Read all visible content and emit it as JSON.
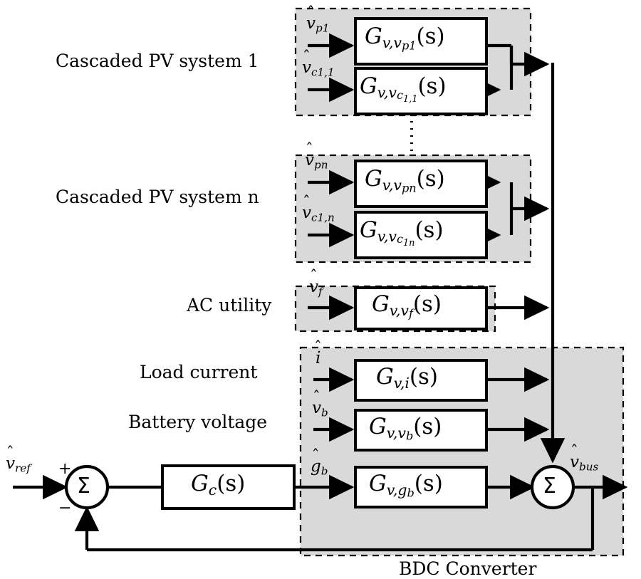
{
  "diagram": {
    "title_bottom": "BDC Converter",
    "bg_color": "#ffffff",
    "group_fill": "#d9d9d9",
    "line_color": "#000000",
    "block_fill": "#ffffff"
  },
  "row_labels": {
    "pv1": "Cascaded PV system 1",
    "pvn": "Cascaded PV system n",
    "ac": "AC utility",
    "load": "Load current",
    "battery": "Battery voltage"
  },
  "groups": [
    {
      "name": "cascaded-pv-system-1",
      "label": "Cascaded PV system 1"
    },
    {
      "name": "cascaded-pv-system-n",
      "label": "Cascaded PV system n"
    },
    {
      "name": "ac-utility",
      "label": "AC utility"
    },
    {
      "name": "bdc-converter",
      "label": "BDC Converter"
    }
  ],
  "blocks": [
    {
      "id": "g-v-vp1",
      "base": "G",
      "sub": "v,v",
      "sub2": "p1",
      "tail": "(s)"
    },
    {
      "id": "g-v-vc11",
      "base": "G",
      "sub": "v,v",
      "sub2": "c",
      "sub3": "1,1",
      "tail": "(s)"
    },
    {
      "id": "g-v-vpn",
      "base": "G",
      "sub": "v,v",
      "sub2": "pn",
      "tail": "(s)"
    },
    {
      "id": "g-v-vc1n",
      "base": "G",
      "sub": "v,v",
      "sub2": "c",
      "sub3": "1n",
      "tail": "(s)"
    },
    {
      "id": "g-v-vf",
      "base": "G",
      "sub": "v,v",
      "sub2": "f",
      "tail": "(s)"
    },
    {
      "id": "g-v-i",
      "base": "G",
      "sub": "v,i",
      "tail": "(s)"
    },
    {
      "id": "g-v-vb",
      "base": "G",
      "sub": "v,v",
      "sub2": "b",
      "tail": "(s)"
    },
    {
      "id": "g-v-gb",
      "base": "G",
      "sub": "v,g",
      "sub2": "b",
      "tail": "(s)"
    },
    {
      "id": "g-c",
      "base": "G",
      "sub": "c",
      "tail": "(s)"
    }
  ],
  "signals": {
    "v_p1": {
      "base": "v",
      "sub": "p1",
      "hat": true
    },
    "v_c11": {
      "base": "v",
      "sub": "c1,1",
      "hat": true
    },
    "v_pn": {
      "base": "v",
      "sub": "pn",
      "hat": true
    },
    "v_c1n": {
      "base": "v",
      "sub": "c1,n",
      "hat": true
    },
    "v_f": {
      "base": "v",
      "sub": "f",
      "hat": true
    },
    "i_hat": {
      "base": "i",
      "sub": "",
      "hat": true
    },
    "v_b": {
      "base": "v",
      "sub": "b",
      "hat": true
    },
    "g_b": {
      "base": "g",
      "sub": "b",
      "hat": true
    },
    "v_ref": {
      "base": "v",
      "sub": "ref",
      "hat": true
    },
    "v_bus": {
      "base": "v",
      "sub": "bus",
      "hat": true
    }
  },
  "summers": [
    {
      "name": "error-summing-junction",
      "glyph": "Σ",
      "plus": "+",
      "minus": "−"
    },
    {
      "name": "output-summing-junction",
      "glyph": "Σ"
    }
  ],
  "glyphs": {
    "sigma": "Σ",
    "plus": "+",
    "minus": "−",
    "hat": "ˆ"
  }
}
